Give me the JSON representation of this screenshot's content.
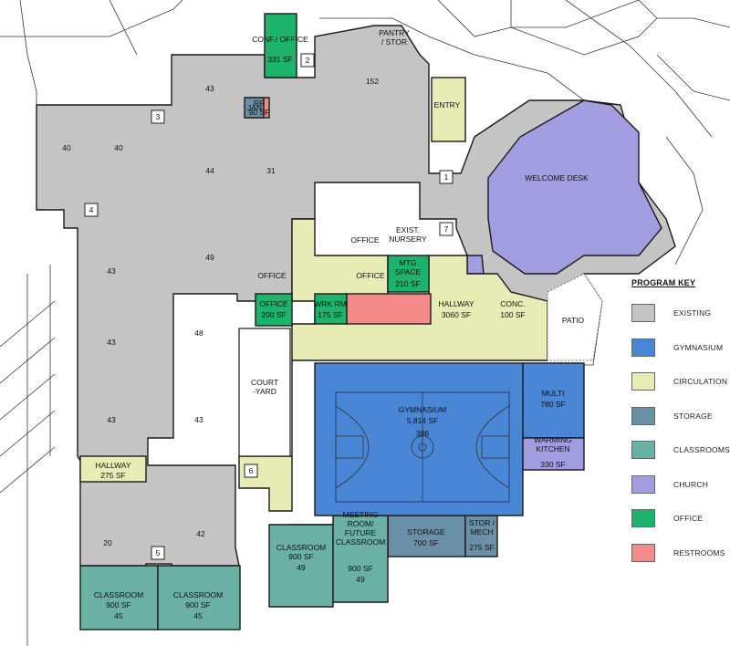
{
  "colors": {
    "existing": "#c4c4c4",
    "gymnasium": "#4a86d6",
    "circulation": "#e6ecb4",
    "storage": "#6a90a8",
    "classrooms": "#6ab0a4",
    "church": "#a29ce0",
    "office": "#1eb36b",
    "restrooms": "#f58a8a"
  },
  "rooms": {
    "conf_office": {
      "name": "CONF./\nOFFICE",
      "area": "331 SF"
    },
    "pantry": {
      "name": "PANTRY\n/ STOR"
    },
    "room_152": "152",
    "room_43a": "43",
    "jan": "JAN",
    "rr": {
      "name": "RR",
      "area": "90 SF"
    },
    "entry": "ENTRY",
    "room_40a": "40",
    "room_40b": "40",
    "room_44": "44",
    "room_31": "31",
    "welcome_desk": "WELCOME DESK",
    "room_49": "49",
    "office_a": "OFFICE",
    "office_b": "OFFICE",
    "office_c": "OFFICE",
    "exist_nursery": "EXIST.\nNURSERY",
    "mtg_space": {
      "name": "MTG\nSPACE",
      "area": "210 SF"
    },
    "office_new": {
      "name": "OFFICE",
      "area": "200 SF"
    },
    "wrk_rm": {
      "name": "WRK RM",
      "area": "175 SF"
    },
    "hallway_main": {
      "name": "HALLWAY",
      "area": "3060 SF"
    },
    "conc": {
      "name": "CONC.",
      "area": "100 SF"
    },
    "patio": "PATIO",
    "room_43b": "43",
    "room_43c": "43",
    "room_48": "48",
    "courtyard": "COURT\n-YARD",
    "room_43d": "43",
    "room_43e": "43",
    "gymnasium": {
      "name": "GYMNASIUM",
      "area": "5,814 SF",
      "num": "386"
    },
    "multi": {
      "name": "MULTI",
      "area": "780 SF"
    },
    "warming_kitchen": {
      "name": "WARMING\nKITCHEN",
      "area": "330 SF"
    },
    "hallway_small": {
      "name": "HALLWAY",
      "area": "275 SF"
    },
    "room_20": "20",
    "room_42": "42",
    "classroom_c": {
      "name": "CLASSROOM",
      "area": "900 SF",
      "num": "49"
    },
    "meeting_room": {
      "name": "MEETING\nROOM/\nFUTURE\nCLASSROOM",
      "area": "900 SF",
      "num": "49"
    },
    "storage": {
      "name": "STORAGE",
      "area": "700 SF"
    },
    "stor_mech": {
      "name": "STOR /\nMECH",
      "area": "275 SF"
    },
    "classroom_a": {
      "name": "CLASSROOM",
      "area": "900 SF",
      "num": "45"
    },
    "classroom_b": {
      "name": "CLASSROOM",
      "area": "900 SF",
      "num": "45"
    }
  },
  "markers": [
    "1",
    "2",
    "3",
    "4",
    "5",
    "6",
    "7"
  ],
  "program_key": {
    "title": "PROGRAM KEY",
    "items": [
      {
        "label": "EXISTING",
        "color": "#c4c4c4"
      },
      {
        "label": "GYMNASIUM",
        "color": "#4a86d6"
      },
      {
        "label": "CIRCULATION",
        "color": "#e6ecb4"
      },
      {
        "label": "STORAGE",
        "color": "#6a90a8"
      },
      {
        "label": "CLASSROOMS",
        "color": "#6ab0a4"
      },
      {
        "label": "CHURCH",
        "color": "#a29ce0"
      },
      {
        "label": "OFFICE",
        "color": "#1eb36b"
      },
      {
        "label": "RESTROOMS",
        "color": "#f58a8a"
      }
    ]
  }
}
